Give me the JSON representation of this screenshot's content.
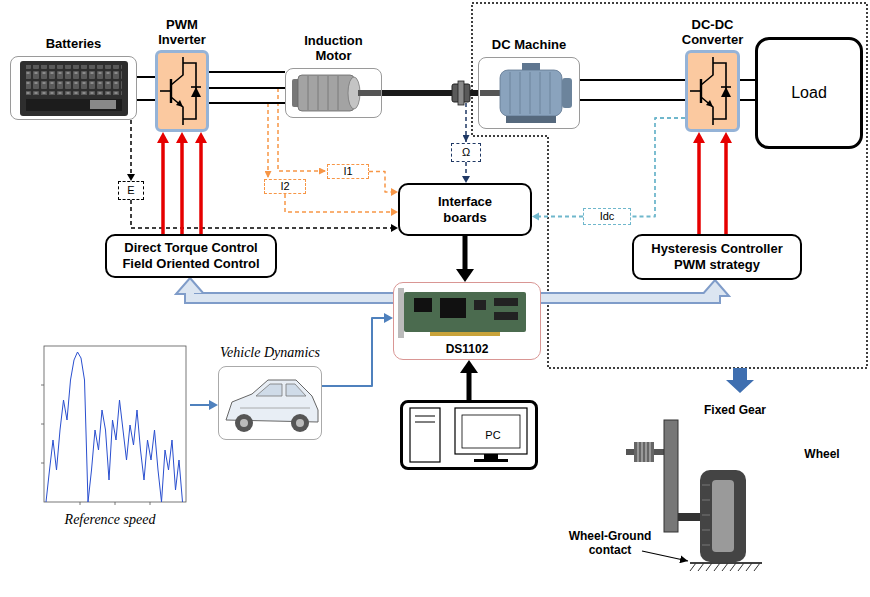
{
  "diagram": {
    "nodes": [
      {
        "text": [
          "Batteries"
        ]
      },
      {
        "text": [
          "PWM Inverter"
        ]
      },
      {
        "text": [
          "Induction Motor"
        ]
      },
      {
        "text": [
          "DC Machine"
        ]
      },
      {
        "text": [
          "DC-DC Converter"
        ]
      },
      {
        "text": [
          "Load"
        ]
      },
      {
        "text": [
          "Ω"
        ]
      },
      {
        "text": [
          "I1"
        ]
      },
      {
        "text": [
          "I2"
        ]
      },
      {
        "text": [
          "E"
        ]
      },
      {
        "text": [
          "Interface boards"
        ]
      },
      {
        "text": [
          "Idc"
        ]
      },
      {
        "text": [
          "Direct Torque Control",
          "Field Oriented Control"
        ]
      },
      {
        "text": [
          "Hysteresis Controller",
          "PWM strategy"
        ]
      },
      {
        "text": [
          "DS1102"
        ]
      },
      {
        "text": [
          "Reference speed"
        ]
      },
      {
        "text": [
          "Vehicle Dynamics"
        ]
      },
      {
        "text": [
          "PC"
        ]
      }
    ],
    "edges": [
      {
        "from": 0,
        "to": 1,
        "arrow": "none"
      },
      {
        "from": 1,
        "to": 2,
        "arrow": "none"
      },
      {
        "from": 2,
        "to": 3,
        "arrow": "none"
      },
      {
        "from": 3,
        "to": 4,
        "arrow": "none"
      },
      {
        "from": 4,
        "to": 5,
        "arrow": "none"
      },
      {
        "from": 0,
        "to": 9,
        "arrow": "to"
      },
      {
        "from": 9,
        "to": 10,
        "arrow": "to"
      },
      {
        "from": 7,
        "to": 10,
        "arrow": "to"
      },
      {
        "from": 8,
        "to": 10,
        "arrow": "to"
      },
      {
        "from": 6,
        "to": 10,
        "arrow": "to"
      },
      {
        "from": 4,
        "to": 11,
        "arrow": "none"
      },
      {
        "from": 11,
        "to": 10,
        "arrow": "to"
      },
      {
        "from": 10,
        "to": 14,
        "arrow": "to"
      },
      {
        "from": 17,
        "to": 14,
        "arrow": "to"
      },
      {
        "from": 15,
        "to": 16,
        "arrow": "to"
      },
      {
        "from": 16,
        "to": 14,
        "arrow": "to"
      },
      {
        "from": 14,
        "to": 12,
        "arrow": "to"
      },
      {
        "from": 14,
        "to": 13,
        "arrow": "to"
      },
      {
        "from": 12,
        "to": 1,
        "arrow": "to"
      },
      {
        "from": 13,
        "to": 4,
        "arrow": "to"
      }
    ],
    "labels": [
      "Fixed Gear",
      "Wheel",
      "Wheel-Ground contact"
    ]
  }
}
